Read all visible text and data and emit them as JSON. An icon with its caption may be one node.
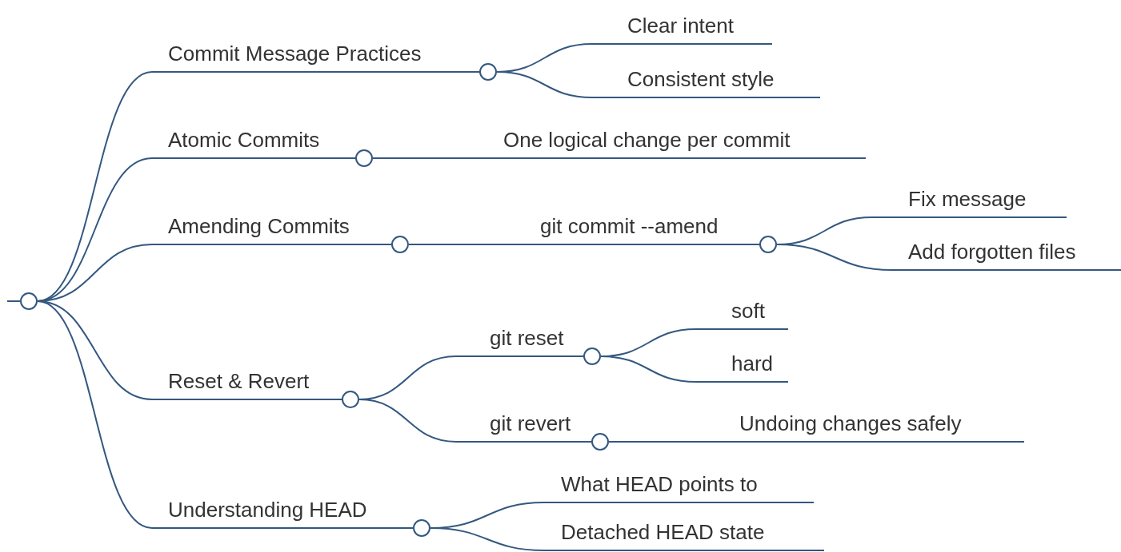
{
  "diagram": {
    "nodes": [
      {
        "text": [],
        "shape": "circle"
      },
      {
        "text": [
          "Commit Message Practices"
        ]
      },
      {
        "text": [
          "Clear intent"
        ]
      },
      {
        "text": [
          "Consistent style"
        ]
      },
      {
        "text": [
          "Atomic Commits"
        ]
      },
      {
        "text": [
          "One logical change per commit"
        ]
      },
      {
        "text": [
          "Amending Commits"
        ]
      },
      {
        "text": [
          "git commit --amend"
        ]
      },
      {
        "text": [
          "Fix message"
        ]
      },
      {
        "text": [
          "Add forgotten files"
        ]
      },
      {
        "text": [
          "Reset & Revert"
        ]
      },
      {
        "text": [
          "git reset"
        ]
      },
      {
        "text": [
          "soft"
        ]
      },
      {
        "text": [
          "hard"
        ]
      },
      {
        "text": [
          "git revert"
        ]
      },
      {
        "text": [
          "Undoing changes safely"
        ]
      },
      {
        "text": [
          "Understanding HEAD"
        ]
      },
      {
        "text": [
          "What HEAD points to"
        ]
      },
      {
        "text": [
          "Detached HEAD state"
        ]
      }
    ],
    "edges": [
      {
        "from": null,
        "to": 0,
        "arrow": "none"
      },
      {
        "from": 0,
        "to": 1,
        "arrow": "none"
      },
      {
        "from": 1,
        "to": 2,
        "arrow": "none"
      },
      {
        "from": 1,
        "to": 3,
        "arrow": "none"
      },
      {
        "from": 0,
        "to": 4,
        "arrow": "none"
      },
      {
        "from": 4,
        "to": 5,
        "arrow": "none"
      },
      {
        "from": 0,
        "to": 6,
        "arrow": "none"
      },
      {
        "from": 6,
        "to": 7,
        "arrow": "none"
      },
      {
        "from": 7,
        "to": 8,
        "arrow": "none"
      },
      {
        "from": 7,
        "to": 9,
        "arrow": "none"
      },
      {
        "from": 0,
        "to": 10,
        "arrow": "none"
      },
      {
        "from": 10,
        "to": 11,
        "arrow": "none"
      },
      {
        "from": 11,
        "to": 12,
        "arrow": "none"
      },
      {
        "from": 11,
        "to": 13,
        "arrow": "none"
      },
      {
        "from": 10,
        "to": 14,
        "arrow": "none"
      },
      {
        "from": 14,
        "to": 15,
        "arrow": "none"
      },
      {
        "from": 0,
        "to": 16,
        "arrow": "none"
      },
      {
        "from": 16,
        "to": 17,
        "arrow": "none"
      },
      {
        "from": 16,
        "to": 18,
        "arrow": "none"
      }
    ]
  }
}
